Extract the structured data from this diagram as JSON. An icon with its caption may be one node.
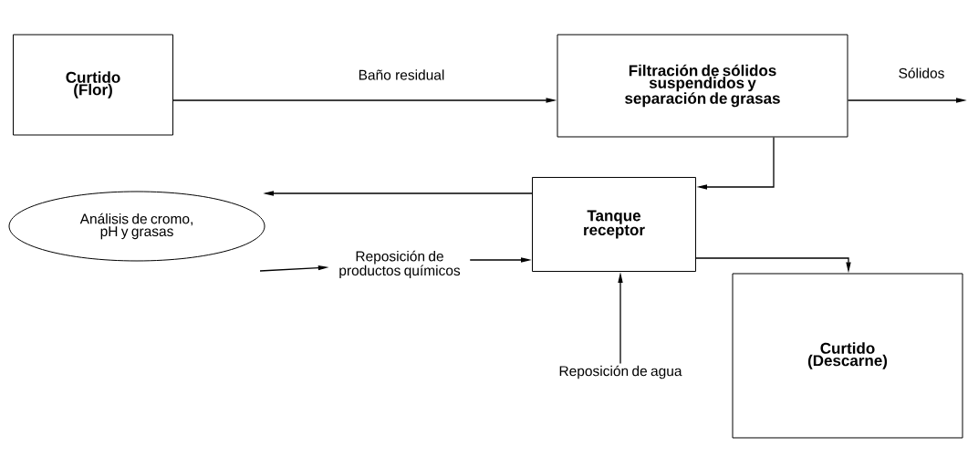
{
  "diagram": {
    "nodes": [
      {
        "text": [
          "Curtido (Flor)"
        ]
      },
      {
        "text": [
          "Filtración de sólidos suspendidos y separación de grasas"
        ]
      },
      {
        "text": [
          "Tanque receptor"
        ]
      },
      {
        "text": [
          "Análisis de cromo, pH y grasas"
        ]
      },
      {
        "text": [
          "Curtido (Descarne)"
        ]
      },
      {
        "text": [
          "Reposición de productos químicos"
        ]
      },
      {
        "text": [
          "Reposición de agua"
        ]
      }
    ],
    "edges": [
      {
        "from": 0,
        "to": 1,
        "arrow": "to",
        "label": "Baño residual"
      },
      {
        "from": 1,
        "to": null,
        "arrow": "to",
        "label": "Sólidos"
      },
      {
        "from": 1,
        "to": 2,
        "arrow": "to"
      },
      {
        "from": 2,
        "to": 3,
        "arrow": "to"
      },
      {
        "from": 3,
        "to": 5,
        "arrow": "to"
      },
      {
        "from": 5,
        "to": 2,
        "arrow": "to"
      },
      {
        "from": 6,
        "to": 2,
        "arrow": "to"
      },
      {
        "from": 2,
        "to": 4,
        "arrow": "to"
      }
    ]
  }
}
